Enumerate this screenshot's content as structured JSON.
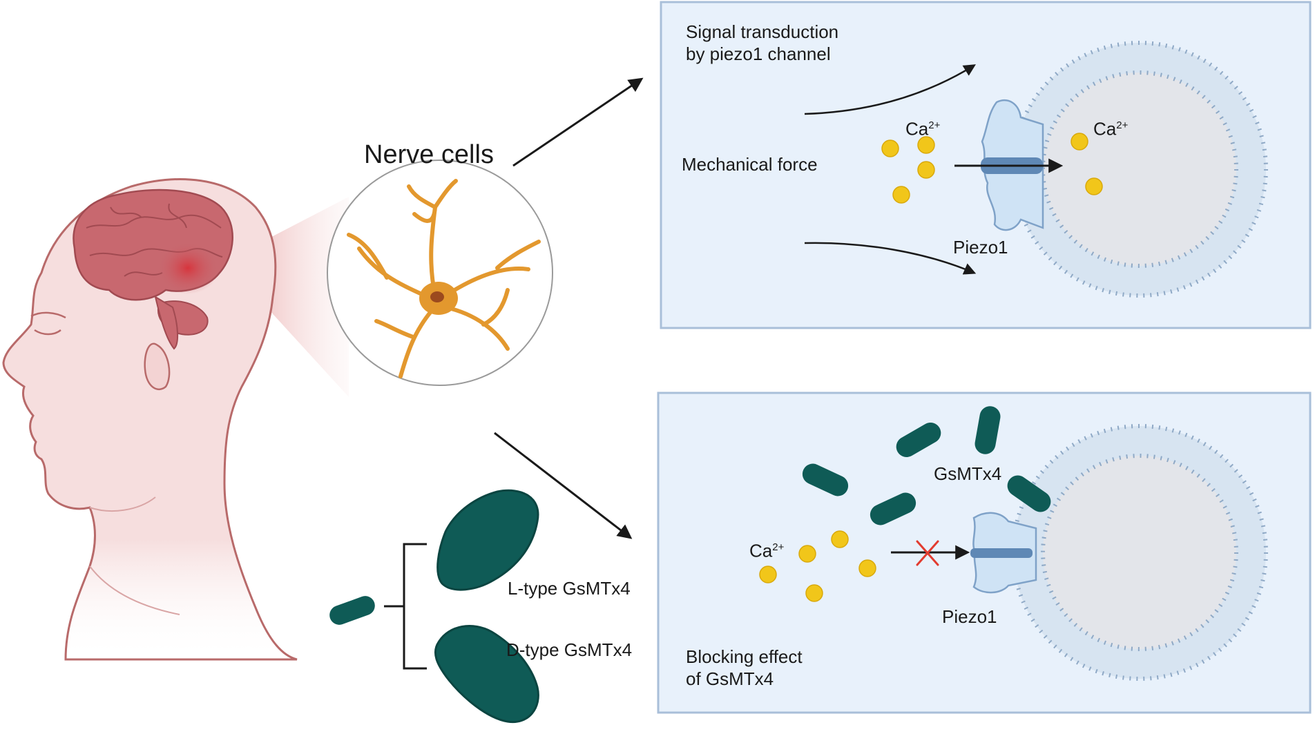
{
  "labels": {
    "nerve_cells": "Nerve cells",
    "l_type": "L-type GsMTx4",
    "d_type": "D-type GsMTx4"
  },
  "top_panel": {
    "title_line1": "Signal transduction",
    "title_line2": "by piezo1 channel",
    "force_label": "Mechanical force",
    "ion_label_outside": "Ca",
    "ion_label_inside": "Ca",
    "ion_charge": "2+",
    "channel_label": "Piezo1"
  },
  "bottom_panel": {
    "toxin_label": "GsMTx4",
    "ion_label": "Ca",
    "ion_charge": "2+",
    "channel_label": "Piezo1",
    "caption_line1": "Blocking effect",
    "caption_line2": "of GsMTx4"
  },
  "colors": {
    "panel_bg": "#e8f1fb",
    "panel_border": "#a9bfd9",
    "skin": "#f6dede",
    "skin_outline": "#b86a6a",
    "brain": "#c8686f",
    "neuron": "#e3982e",
    "calcium": "#f1c61a",
    "gsmtx4": "#0f5b56",
    "membrane": "#8fa9c6",
    "cell_interior": "#e3e5ea",
    "block_cross": "#e23b2f"
  }
}
